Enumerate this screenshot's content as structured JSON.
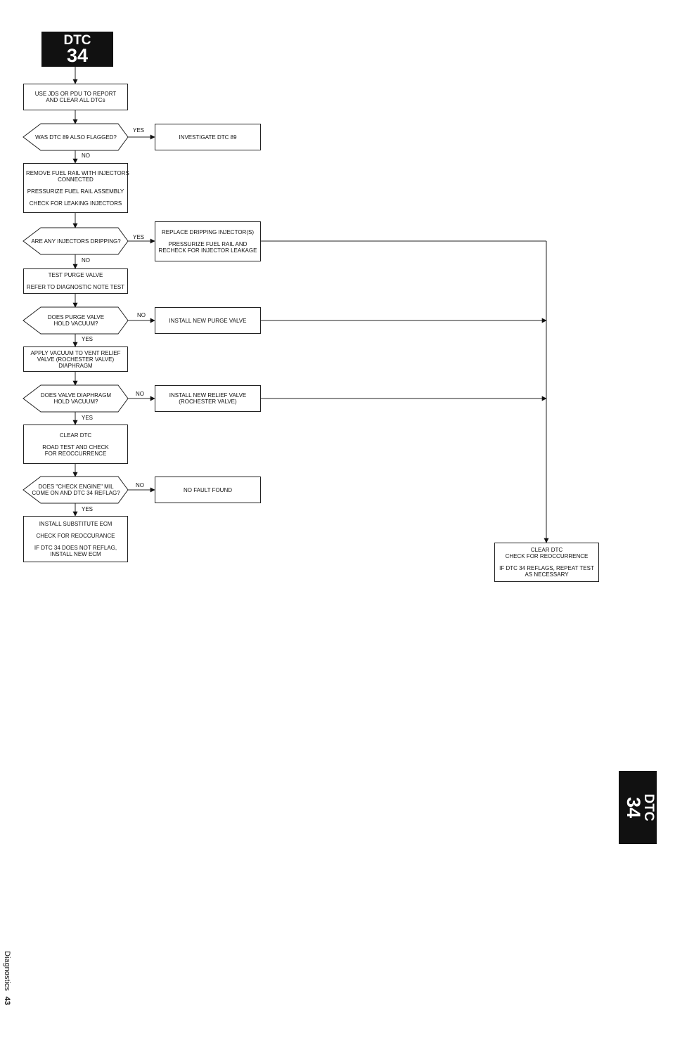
{
  "badges": {
    "top": {
      "line1": "DTC",
      "line2": "34"
    },
    "side": {
      "line1": "DTC",
      "line2": "34"
    }
  },
  "side_label": {
    "text": "Diagnostics",
    "page": "43"
  },
  "flowchart": {
    "steps": [
      {
        "id": "use_jds",
        "kind": "action",
        "lines": [
          "USE JDS OR PDU TO REPORT",
          "AND CLEAR ALL DTCs"
        ]
      },
      {
        "id": "q_dtc89",
        "kind": "decision",
        "lines": [
          "WAS DTC 89 ALSO FLAGGED?"
        ]
      },
      {
        "id": "investigate_89",
        "kind": "action",
        "lines": [
          "INVESTIGATE DTC 89"
        ]
      },
      {
        "id": "remove_rail",
        "kind": "action",
        "groups": [
          [
            "REMOVE FUEL RAIL WITH INJECTORS",
            "CONNECTED"
          ],
          [
            "PRESSURIZE FUEL RAIL ASSEMBLY"
          ],
          [
            "CHECK FOR LEAKING INJECTORS"
          ]
        ]
      },
      {
        "id": "q_dripping",
        "kind": "decision",
        "lines": [
          "ARE ANY INJECTORS DRIPPING?"
        ]
      },
      {
        "id": "replace_injectors",
        "kind": "action",
        "groups": [
          [
            "REPLACE DRIPPING INJECTOR(S)"
          ],
          [
            "PRESSURIZE FUEL RAIL AND",
            "RECHECK FOR INJECTOR LEAKAGE"
          ]
        ]
      },
      {
        "id": "test_purge",
        "kind": "action",
        "groups": [
          [
            "TEST PURGE VALVE"
          ],
          [
            "REFER TO DIAGNOSTIC NOTE TEST"
          ]
        ]
      },
      {
        "id": "q_purge_vacuum",
        "kind": "decision",
        "lines": [
          "DOES PURGE VALVE",
          "HOLD VACUUM?"
        ]
      },
      {
        "id": "new_purge",
        "kind": "action",
        "lines": [
          "INSTALL NEW PURGE VALVE"
        ]
      },
      {
        "id": "apply_vacuum",
        "kind": "action",
        "lines": [
          "APPLY VACUUM TO VENT RELIEF",
          "VALVE (ROCHESTER VALVE)",
          "DIAPHRAGM"
        ]
      },
      {
        "id": "q_diaphragm",
        "kind": "decision",
        "lines": [
          "DOES VALVE DIAPHRAGM",
          "HOLD VACUUM?"
        ]
      },
      {
        "id": "new_relief",
        "kind": "action",
        "lines": [
          "INSTALL NEW RELIEF VALVE",
          "(ROCHESTER VALVE)"
        ]
      },
      {
        "id": "clear_dtc_road",
        "kind": "action",
        "groups": [
          [
            "CLEAR DTC"
          ],
          [
            "ROAD TEST AND CHECK",
            "FOR REOCCURRENCE"
          ]
        ]
      },
      {
        "id": "q_mil",
        "kind": "decision",
        "lines": [
          "DOES \"CHECK ENGINE\" MIL",
          "COME ON AND DTC 34 REFLAG?"
        ]
      },
      {
        "id": "no_fault",
        "kind": "action",
        "lines": [
          "NO FAULT FOUND"
        ]
      },
      {
        "id": "substitute_ecm",
        "kind": "action",
        "groups": [
          [
            "INSTALL SUBSTITUTE ECM"
          ],
          [
            "CHECK FOR REOCCURANCE"
          ],
          [
            "IF DTC 34 DOES NOT REFLAG,",
            "INSTALL NEW ECM"
          ]
        ]
      },
      {
        "id": "clear_final",
        "kind": "action",
        "groups": [
          [
            "CLEAR DTC",
            "CHECK FOR REOCCURRENCE"
          ],
          [
            "IF DTC 34 REFLAGS, REPEAT TEST",
            "AS NECESSARY"
          ]
        ]
      }
    ],
    "connectors": [
      {
        "from": "use_jds",
        "to": "q_dtc89"
      },
      {
        "from": "q_dtc89",
        "to": "investigate_89",
        "label": "YES"
      },
      {
        "from": "q_dtc89",
        "to": "remove_rail",
        "label": "NO"
      },
      {
        "from": "remove_rail",
        "to": "q_dripping"
      },
      {
        "from": "q_dripping",
        "to": "replace_injectors",
        "label": "YES"
      },
      {
        "from": "q_dripping",
        "to": "test_purge",
        "label": "NO"
      },
      {
        "from": "test_purge",
        "to": "q_purge_vacuum"
      },
      {
        "from": "q_purge_vacuum",
        "to": "new_purge",
        "label": "NO"
      },
      {
        "from": "q_purge_vacuum",
        "to": "apply_vacuum",
        "label": "YES"
      },
      {
        "from": "apply_vacuum",
        "to": "q_diaphragm"
      },
      {
        "from": "q_diaphragm",
        "to": "new_relief",
        "label": "NO"
      },
      {
        "from": "q_diaphragm",
        "to": "clear_dtc_road",
        "label": "YES"
      },
      {
        "from": "clear_dtc_road",
        "to": "q_mil"
      },
      {
        "from": "q_mil",
        "to": "no_fault",
        "label": "NO"
      },
      {
        "from": "q_mil",
        "to": "substitute_ecm",
        "label": "YES"
      },
      {
        "from": "replace_injectors",
        "to": "clear_final"
      },
      {
        "from": "new_purge",
        "to": "clear_final"
      },
      {
        "from": "new_relief",
        "to": "clear_final"
      }
    ]
  }
}
